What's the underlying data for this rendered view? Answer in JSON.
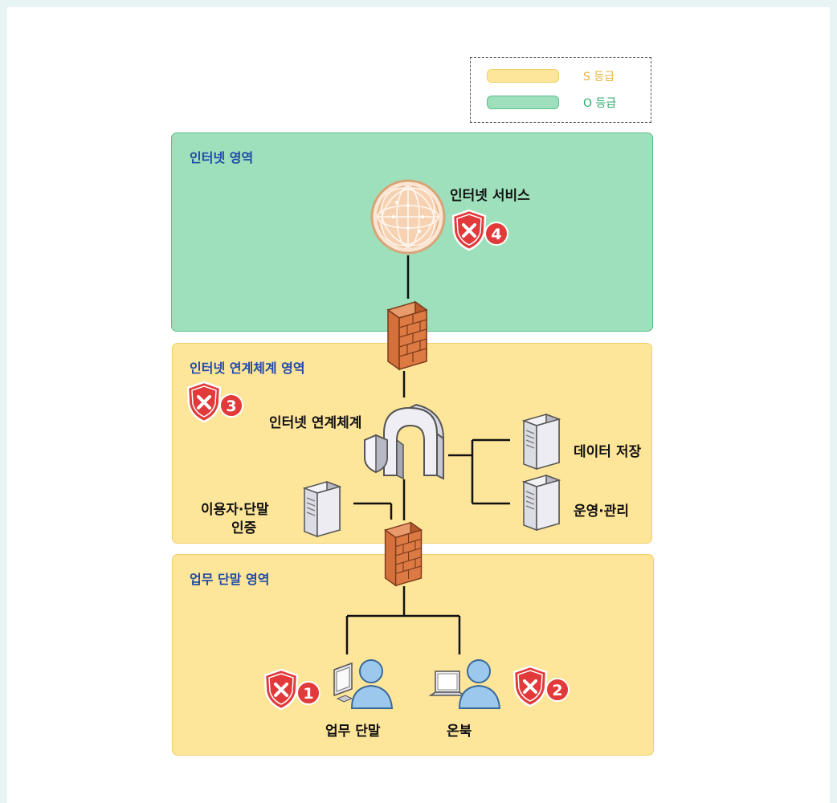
{
  "legend": {
    "s_label": "S 등급",
    "o_label": "O 등급",
    "s_color": "#fde59a",
    "o_color": "#9de0bb"
  },
  "zones": {
    "internet": {
      "title": "인터넷 영역"
    },
    "link": {
      "title": "인터넷 연계체계 영역"
    },
    "work": {
      "title": "업무 단말 영역"
    }
  },
  "nodes": {
    "internet_service": "인터넷 서비스",
    "link_system": "인터넷 연계체계",
    "data_storage": "데이터 저장",
    "ops": "운영·관리",
    "auth_line1": "이용자·단말",
    "auth_line2": "인증",
    "work_terminal": "업무 단말",
    "onbook": "온북"
  },
  "threats": [
    "1",
    "2",
    "3",
    "4"
  ],
  "colors": {
    "threat_red": "#e23a3a",
    "zone_title": "#1f4aa8",
    "firewall": "#d9733a"
  }
}
